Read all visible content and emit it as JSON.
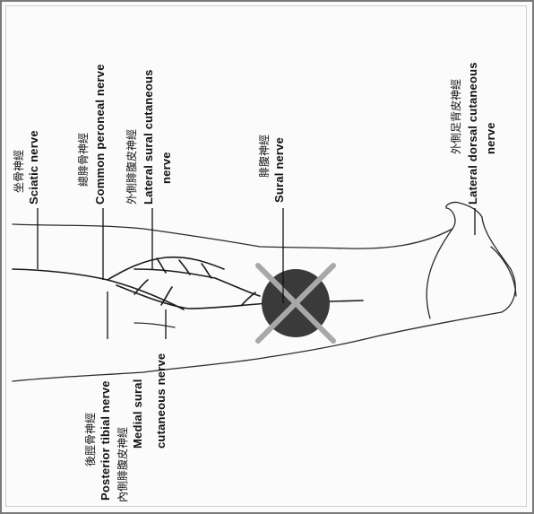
{
  "labels": {
    "sciatic": {
      "zh": "坐骨神經",
      "en": "Sciatic  nerve"
    },
    "common_peroneal": {
      "zh": "總腓骨神經",
      "en": "Common  peroneal  nerve"
    },
    "lateral_sural": {
      "zh": "外側腓腹皮神經",
      "en1": "Lateral  sural  cutaneous",
      "en2": "nerve"
    },
    "sural": {
      "zh": "腓腹神經",
      "en": "Sural  nerve"
    },
    "lateral_dorsal": {
      "zh": "外側足背皮神經",
      "en1": "Lateral  dorsal  cutaneous",
      "en2": "nerve"
    },
    "posterior_tibial": {
      "zh": "後脛骨神經",
      "en": "Posterior  tibial  nerve"
    },
    "medial_sural": {
      "zh": "內側腓腹皮神經",
      "en1": "Medial  sural",
      "en2": "cutaneous  nerve"
    }
  },
  "colors": {
    "leg_outline": "#2a2a2a",
    "nerve": "#1a1a1a",
    "circle": "#3a3a3a",
    "cross": "#a8a8a8"
  }
}
